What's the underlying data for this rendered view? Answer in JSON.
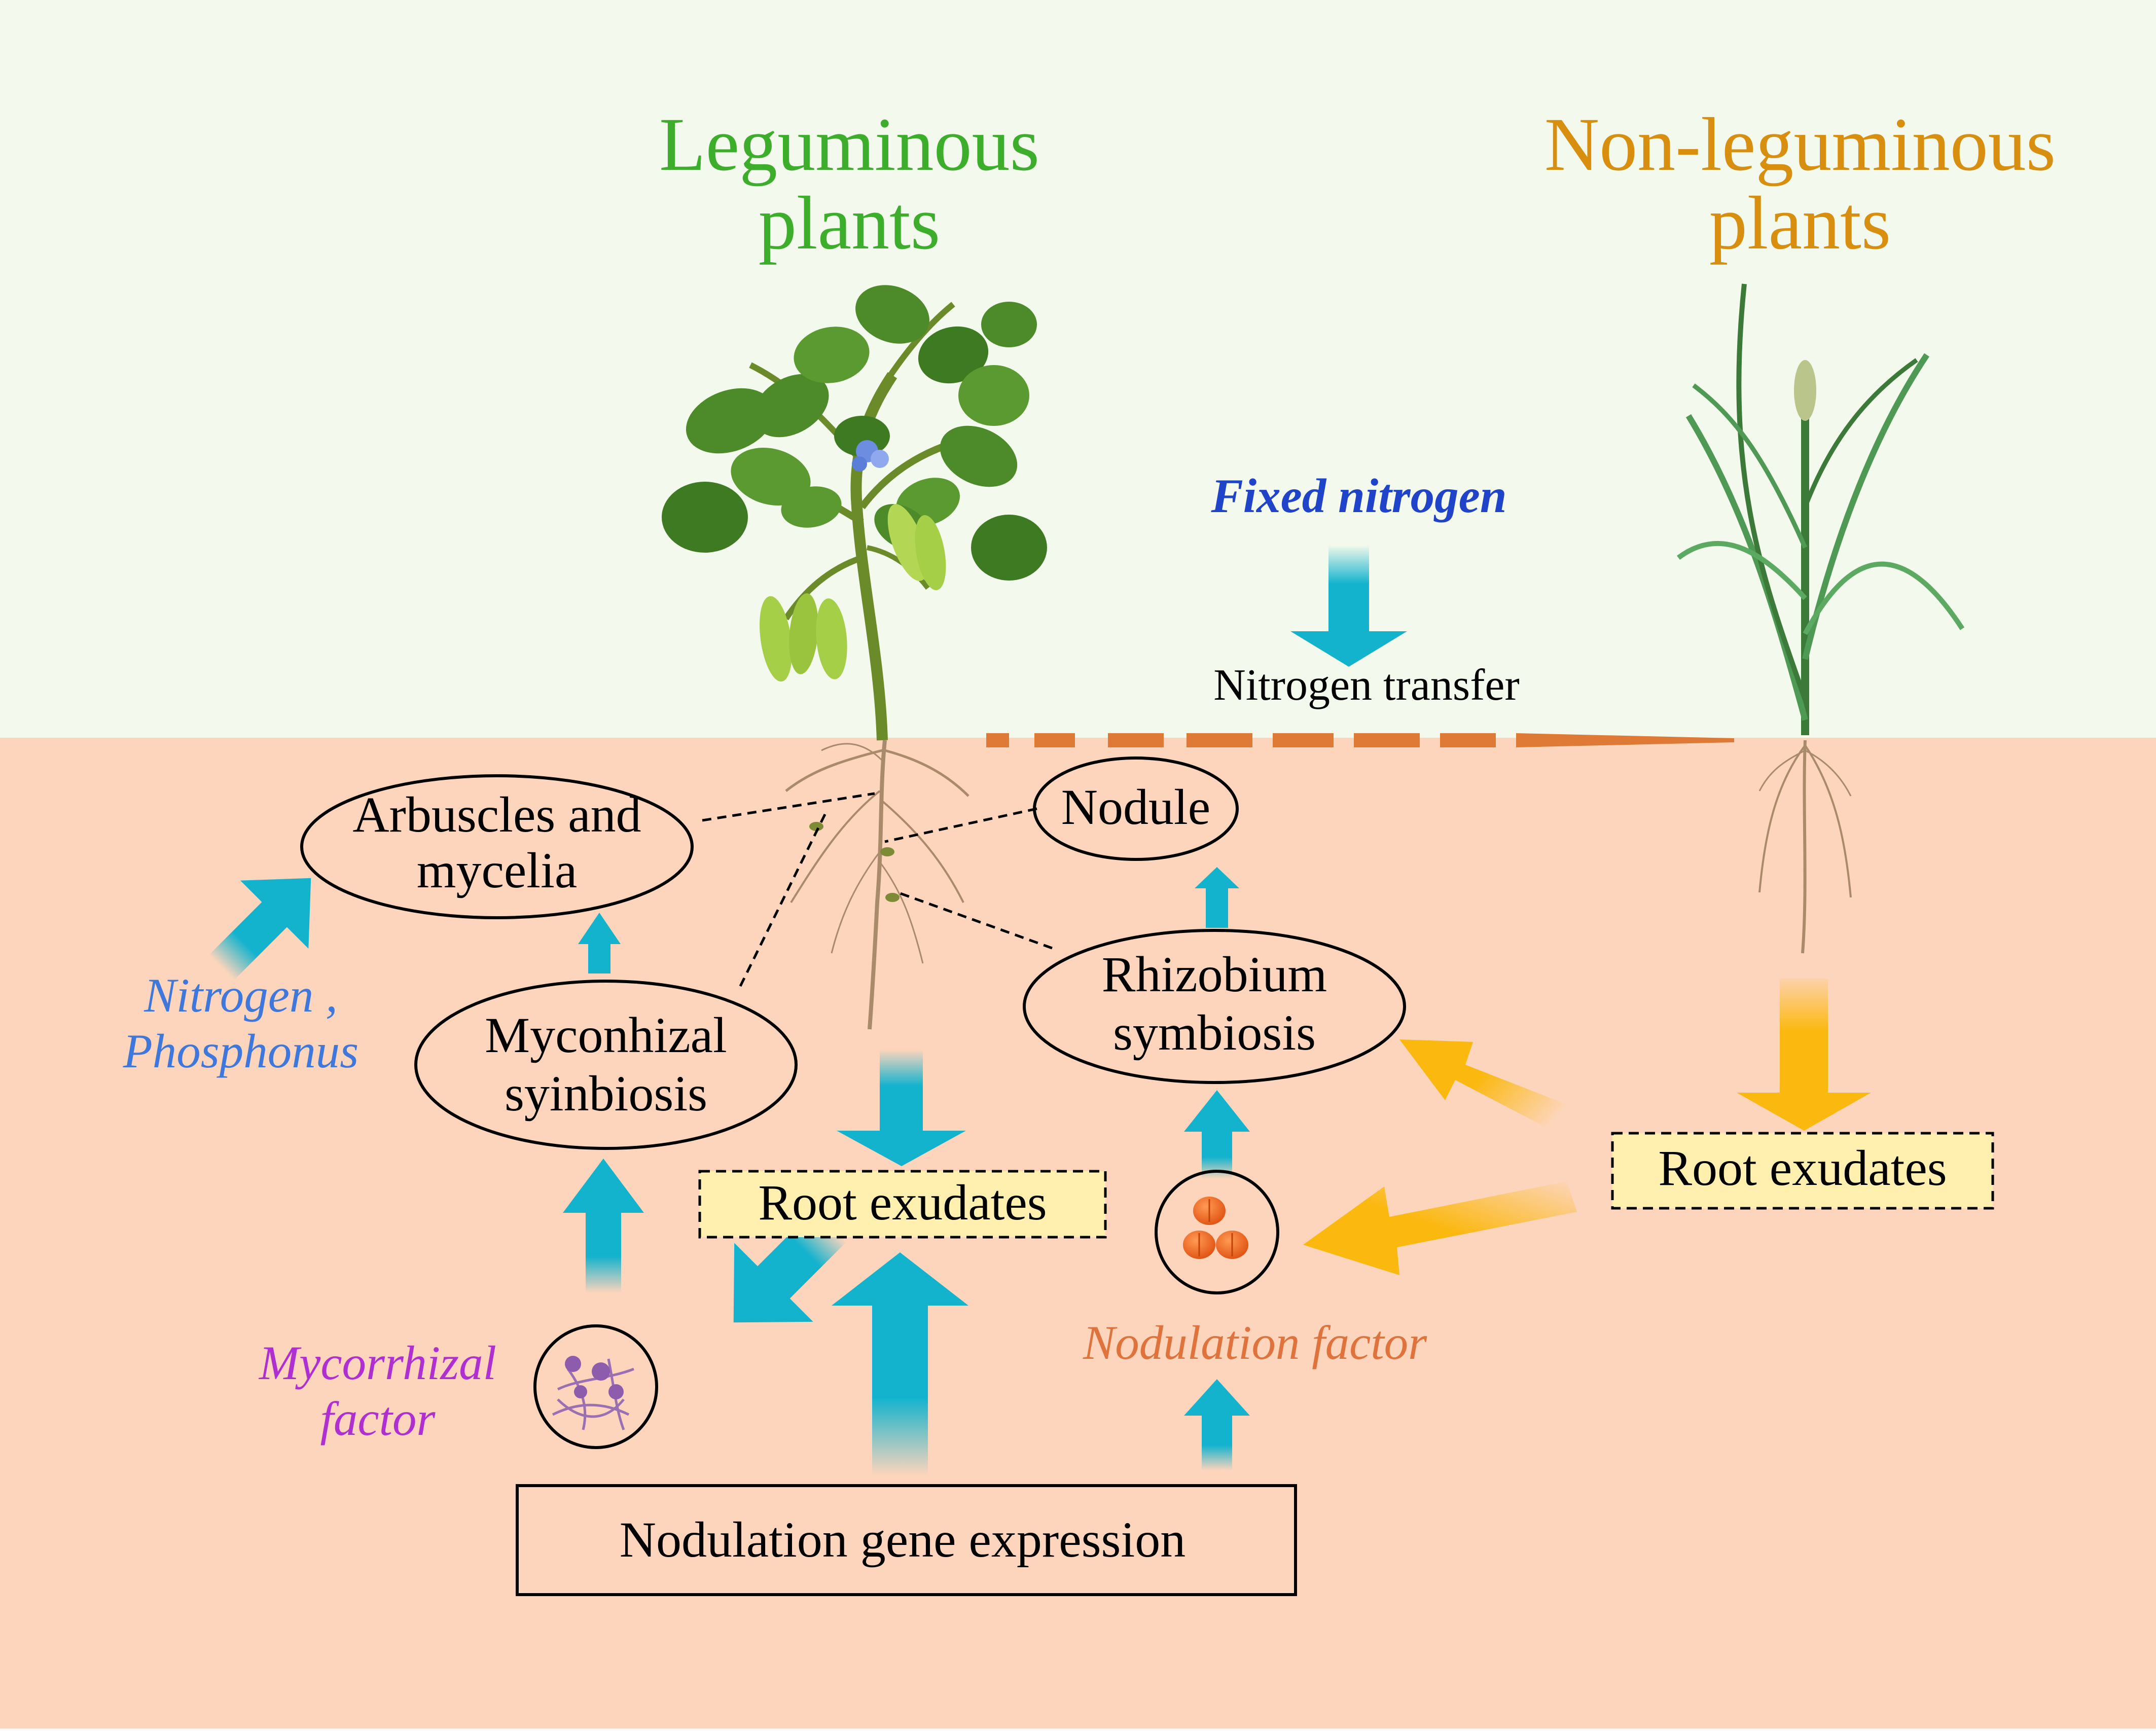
{
  "titles": {
    "legume": "Leguminous\nplants",
    "nonlegume": "Non-leguminous\nplants"
  },
  "labels": {
    "fixed_nitrogen": "Fixed nitrogen",
    "nitrogen_transfer": "Nitrogen transfer",
    "arbuscles": "Arbuscles and\nmycelia",
    "nodule": "Nodule",
    "rhizobium": "Rhizobium\nsymbiosis",
    "myconhizal": "Myconhizal\nsyinbiosis",
    "root_exudates_center": "Root exudates",
    "root_exudates_right": "Root exudates",
    "nitrogen_phosphonus": "Nitrogen ,\nPhosphonus",
    "mycorrhizal_factor": "Mycorrhizal\nfactor",
    "nodulation_factor": "Nodulation factor",
    "nodulation_gene": "Nodulation gene expression"
  },
  "colors": {
    "sky": "#F3F9EC",
    "soil": "#FDD5BC",
    "legume_title": "#3DAE2B",
    "nonlegume_title": "#D88F10",
    "cyan_arrow": "#13B3CD",
    "orange_arrow": "#FBB80F",
    "fixed_nitrogen_text": "#1F43C9",
    "nitrogen_phos_text": "#3E78DD",
    "mycorrhizal_text": "#B02FD0",
    "nodulation_factor_text": "#E0733C",
    "transfer_line": "#DE7A35",
    "exudate_box": "#FFF0B0"
  },
  "icons": {
    "legume_plant": "legume-plant-icon",
    "grass_plant": "grass-plant-icon",
    "rhizobia": "rhizobia-bacteria-icon",
    "fungus": "mycorrhizal-fungus-icon"
  }
}
